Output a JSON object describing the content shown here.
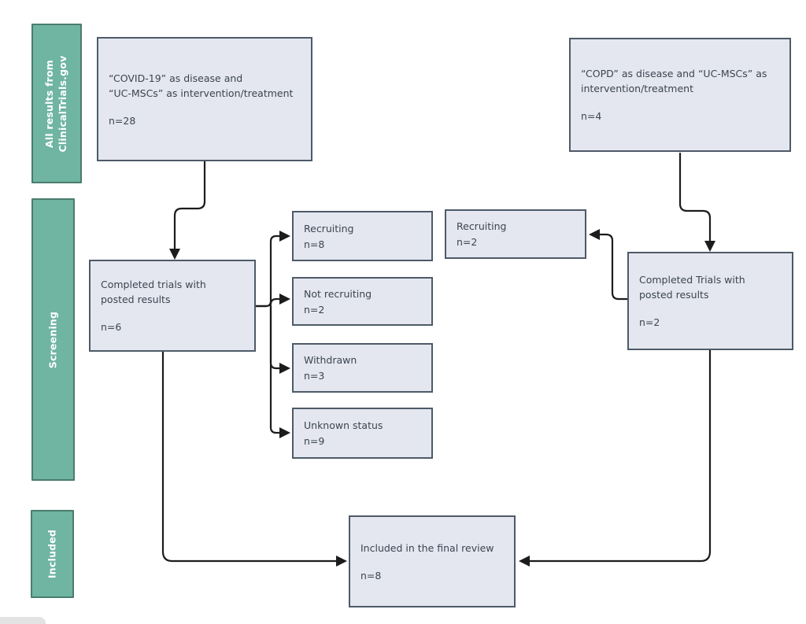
{
  "palette": {
    "stage_fill": "#6FB5A1",
    "stage_border": "#4A7C6E",
    "node_fill": "#E4E7EF",
    "node_border": "#4E5A68",
    "wire": "#1C1C1C",
    "text": "#3C4452"
  },
  "sidebar": {
    "stages": [
      {
        "id": "all-results",
        "label": "All results from\nClinicalTrials.gov"
      },
      {
        "id": "screening",
        "label": "Screening"
      },
      {
        "id": "included",
        "label": "Included"
      }
    ]
  },
  "nodes": {
    "covid_search": {
      "label": "“COVID-19” as disease and\n“UC-MSCs” as intervention/treatment",
      "n": "n=28"
    },
    "copd_search": {
      "label": "“COPD” as disease and “UC-MSCs” as\nintervention/treatment",
      "n": "n=4"
    },
    "covid_completed": {
      "label": "Completed trials with\nposted results",
      "n": "n=6"
    },
    "recruiting_covid": {
      "label": "Recruiting",
      "n": "n=8"
    },
    "not_recruiting": {
      "label": "Not recruiting",
      "n": "n=2"
    },
    "withdrawn": {
      "label": "Withdrawn",
      "n": "n=3"
    },
    "unknown_status": {
      "label": "Unknown status",
      "n": "n=9"
    },
    "recruiting_copd": {
      "label": "Recruiting",
      "n": "n=2"
    },
    "copd_completed": {
      "label": "Completed Trials with\nposted results",
      "n": "n=2"
    },
    "final_review": {
      "label": "Included in the final review",
      "n": "n=8"
    }
  }
}
